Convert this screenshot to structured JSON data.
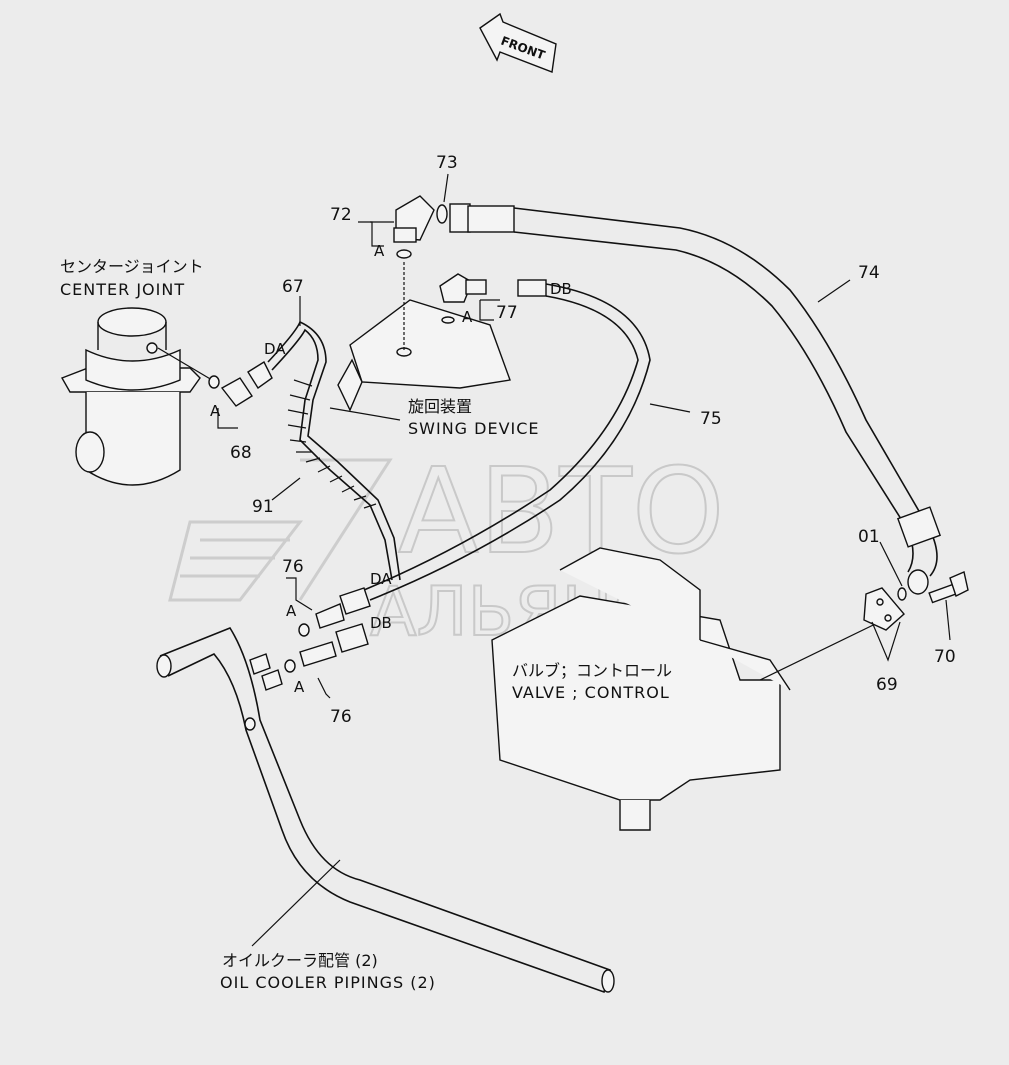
{
  "front_arrow": {
    "label": "FRONT"
  },
  "watermark": {
    "line1": "АВТО",
    "line2": "АЛЬЯНС"
  },
  "components": {
    "center_joint": {
      "label_jp": "センタージョイント",
      "label_en": "CENTER JOINT"
    },
    "swing_device": {
      "label_jp": "旋回装置",
      "label_en": "SWING DEVICE"
    },
    "control_valve": {
      "label_jp": "バルブ；コントロール",
      "label_en": "VALVE ; CONTROL"
    },
    "oil_cooler": {
      "label_jp": "オイルクーラ配管 (2)",
      "label_en": "OIL COOLER PIPINGS (2)"
    }
  },
  "part_numbers": {
    "p73": "73",
    "p72": "72",
    "p74": "74",
    "p67": "67",
    "p77": "77",
    "p75": "75",
    "p68": "68",
    "p91": "91",
    "p76a": "76",
    "p76b": "76",
    "p01": "01",
    "p70": "70",
    "p69": "69"
  },
  "tags": {
    "a1": "A",
    "a2": "A",
    "a3": "A",
    "a4": "A",
    "a5": "A",
    "da1": "DA",
    "da2": "DA",
    "db1": "DB",
    "db2": "DB"
  }
}
